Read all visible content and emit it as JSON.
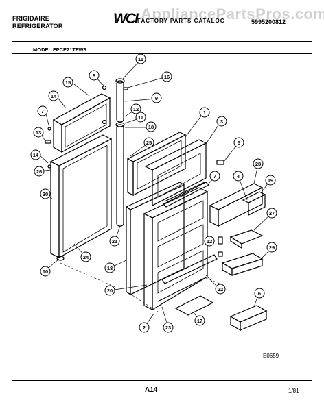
{
  "header": {
    "brand_line1": "FRIGIDAIRE",
    "brand_line2": "REFRIGERATOR",
    "logo_text": "WCI",
    "logo_subtitle": "FACTORY PARTS CATALOG",
    "watermark": "AppliancePartsPros.com",
    "part_number": "5995200812"
  },
  "model_label": "MODEL FPCE21TFW3",
  "callouts": [
    {
      "label": "11"
    },
    {
      "label": "16"
    },
    {
      "label": "8"
    },
    {
      "label": "15"
    },
    {
      "label": "9"
    },
    {
      "label": "14"
    },
    {
      "label": "7"
    },
    {
      "label": "12"
    },
    {
      "label": "11"
    },
    {
      "label": "18"
    },
    {
      "label": "13"
    },
    {
      "label": "25"
    },
    {
      "label": "1"
    },
    {
      "label": "3"
    },
    {
      "label": "5"
    },
    {
      "label": "14"
    },
    {
      "label": "26"
    },
    {
      "label": "7"
    },
    {
      "label": "4"
    },
    {
      "label": "28"
    },
    {
      "label": "19"
    },
    {
      "label": "27"
    },
    {
      "label": "30"
    },
    {
      "label": "12"
    },
    {
      "label": "21"
    },
    {
      "label": "29"
    },
    {
      "label": "10"
    },
    {
      "label": "24"
    },
    {
      "label": "18"
    },
    {
      "label": "20"
    },
    {
      "label": "22"
    },
    {
      "label": "6"
    },
    {
      "label": "17"
    },
    {
      "label": "2"
    },
    {
      "label": "23"
    }
  ],
  "footer": {
    "drawing_code": "E0659",
    "page": "A14",
    "date": "1/81"
  }
}
